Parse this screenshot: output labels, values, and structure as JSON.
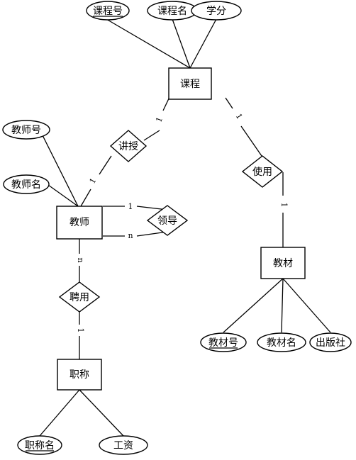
{
  "entities": {
    "course": "课程",
    "teacher": "教师",
    "textbook": "教材",
    "title": "职称"
  },
  "relationships": {
    "teaches": "讲授",
    "uses": "使用",
    "leads": "领导",
    "hires": "聘用"
  },
  "attributes": {
    "course_no": "课程号",
    "course_name": "课程名",
    "credit": "学分",
    "teacher_no": "教师号",
    "teacher_name": "教师名",
    "textbook_no": "教材号",
    "textbook_name": "教材名",
    "publisher": "出版社",
    "title_name": "职称名",
    "salary": "工资"
  },
  "cardinalities": {
    "teach_course": "1",
    "teach_teacher": "1",
    "use_course": "1",
    "use_textbook": "1",
    "lead_top": "1",
    "lead_bottom": "n",
    "hire_teacher": "n",
    "hire_title": "1"
  }
}
